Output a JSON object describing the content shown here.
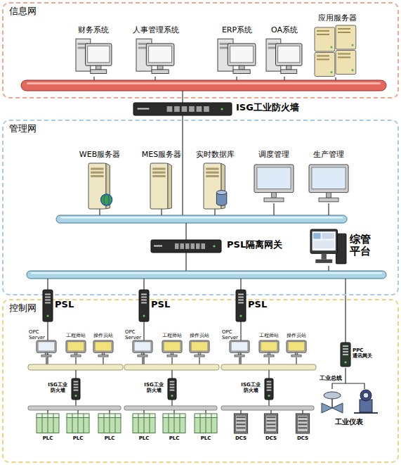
{
  "diagram": {
    "nodes": [
      {
        "text": [
          "信息网"
        ]
      },
      {
        "text": [
          "财务系统"
        ],
        "in": 0
      },
      {
        "text": [
          "人事管理系统"
        ],
        "in": 0
      },
      {
        "text": [
          "ERP系统"
        ],
        "in": 0
      },
      {
        "text": [
          "OA系统"
        ],
        "in": 0
      },
      {
        "text": [
          "应用服务器"
        ],
        "in": 0
      },
      {
        "text": [
          "ISG工业防火墙"
        ]
      },
      {
        "text": [
          "管理网"
        ]
      },
      {
        "text": [
          "WEB服务器"
        ],
        "in": 7
      },
      {
        "text": [
          "MES服务器"
        ],
        "in": 7
      },
      {
        "text": [
          "实时数据库"
        ],
        "in": 7
      },
      {
        "text": [
          "调度管理"
        ],
        "in": 7
      },
      {
        "text": [
          "生产管理"
        ],
        "in": 7
      },
      {
        "text": [
          "PSL隔离网关"
        ],
        "in": 7
      },
      {
        "text": [
          "综管 平台"
        ],
        "in": 7
      },
      {
        "text": [
          "控制网"
        ]
      },
      {
        "text": [
          "PSL"
        ],
        "in": 15
      },
      {
        "text": [
          "OPC Server"
        ],
        "in": 15
      },
      {
        "text": [
          "工程师站"
        ],
        "in": 15
      },
      {
        "text": [
          "操作员站"
        ],
        "in": 15
      },
      {
        "text": [
          "ISG工业 防火墙"
        ],
        "in": 15
      },
      {
        "text": [
          "PLC"
        ],
        "in": 15
      },
      {
        "text": [
          "PLC"
        ],
        "in": 15
      },
      {
        "text": [
          "PLC"
        ],
        "in": 15
      },
      {
        "text": [
          "PSL"
        ],
        "in": 15
      },
      {
        "text": [
          "OPC Server"
        ],
        "in": 15
      },
      {
        "text": [
          "工程师站"
        ],
        "in": 15
      },
      {
        "text": [
          "操作员站"
        ],
        "in": 15
      },
      {
        "text": [
          "ISG工业 防火墙"
        ],
        "in": 15
      },
      {
        "text": [
          "PLC"
        ],
        "in": 15
      },
      {
        "text": [
          "PLC"
        ],
        "in": 15
      },
      {
        "text": [
          "PLC"
        ],
        "in": 15
      },
      {
        "text": [
          "PSL"
        ],
        "in": 15
      },
      {
        "text": [
          "OPC Server"
        ],
        "in": 15
      },
      {
        "text": [
          "工程师站"
        ],
        "in": 15
      },
      {
        "text": [
          "操作员站"
        ],
        "in": 15
      },
      {
        "text": [
          "ISG工业 防火墙"
        ],
        "in": 15
      },
      {
        "text": [
          "DCS"
        ],
        "in": 15
      },
      {
        "text": [
          "DCS"
        ],
        "in": 15
      },
      {
        "text": [
          "DCS"
        ],
        "in": 15
      },
      {
        "text": [
          "PPC 通讯网关"
        ],
        "in": 15
      },
      {
        "text": [
          "工业仪表"
        ],
        "in": 15
      }
    ],
    "edges": [
      {
        "from": 40,
        "to": 41,
        "label": "工业总线",
        "arrow": "none"
      }
    ]
  }
}
